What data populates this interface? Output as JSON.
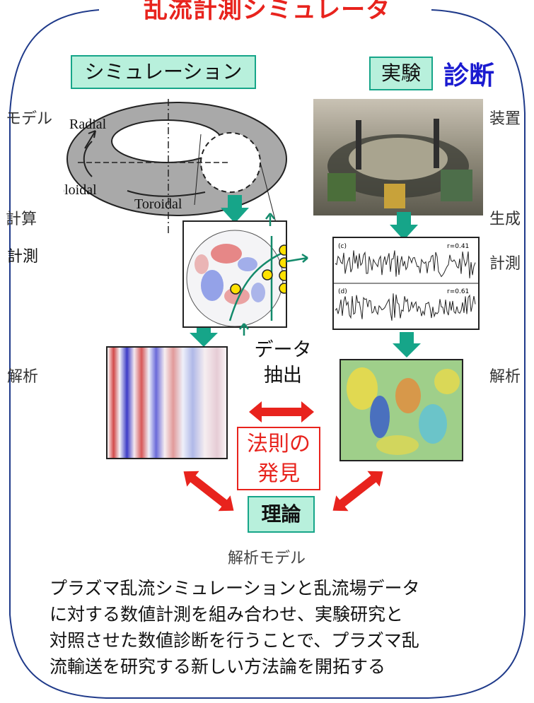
{
  "title": "乱流計測シミュレータ",
  "simulation_label": "シミュレーション",
  "experiment_label": "実験",
  "diagnostics_label": "診断",
  "left_side": {
    "model": "モデル",
    "compute": "計算",
    "measure": "計測",
    "analysis": "解析"
  },
  "right_side": {
    "device": "装置",
    "generate": "生成",
    "measure": "計測",
    "analysis": "解析"
  },
  "torus_labels": {
    "radial": "Radial",
    "poloidal": "Poloidal",
    "toroidal": "Toroidal"
  },
  "signal_labels": {
    "top_tag": "(c)",
    "top_value": "r=0.41",
    "bottom_tag": "(d)",
    "bottom_value": "r=0.61"
  },
  "data_extract": {
    "line1": "データ",
    "line2": "抽出"
  },
  "law_discovery": {
    "line1": "法則の",
    "line2": "発見"
  },
  "theory_label": "理論",
  "analysis_model_caption": "解析モデル",
  "description": [
    "プラズマ乱流シミュレーションと乱流場データ",
    "に対する数値計測を組み合わせ、実験研究と",
    "対照させた数値診断を行うことで、プラズマ乱",
    "流輸送を研究する新しい方法論を開拓する"
  ],
  "colors": {
    "accent_red": "#e8231d",
    "teal": "#16a589",
    "tag_fill": "#b8f0dc",
    "frame_blue": "#1f3a8a",
    "diag_blue": "#1a1ad0"
  }
}
